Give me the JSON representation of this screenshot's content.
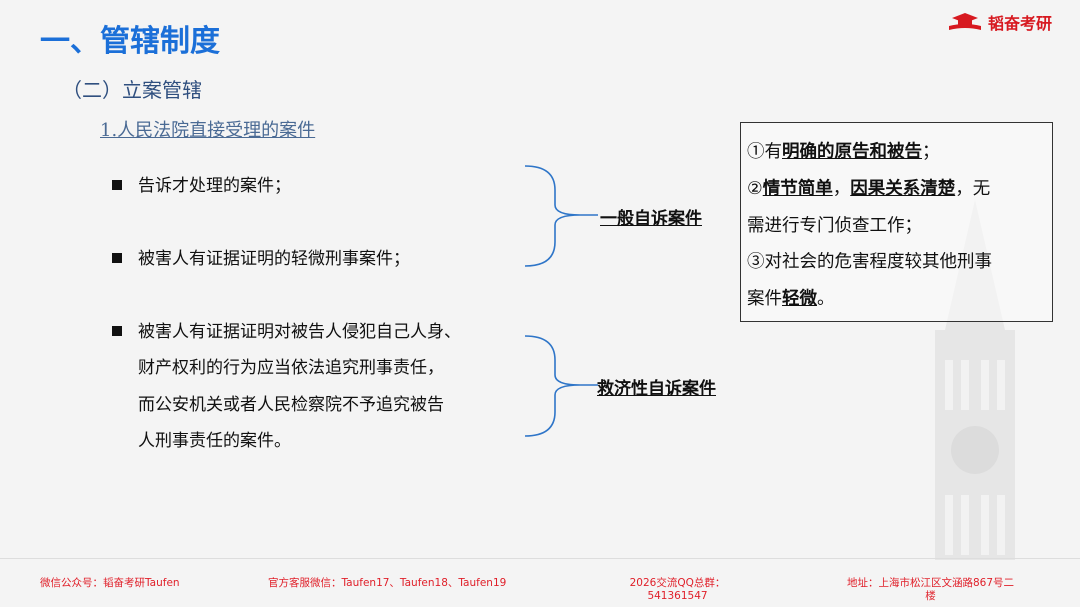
{
  "logo": {
    "text": "韬奋考研"
  },
  "title": "一、管辖制度",
  "subtitle": "（二）立案管辖",
  "section": "1.人民法院直接受理的案件",
  "bullets": [
    "告诉才处理的案件；",
    "被害人有证据证明的轻微刑事案件；"
  ],
  "bullet3": [
    "被害人有证据证明对被告人侵犯自己人身、",
    "财产权利的行为应当依法追究刑事责任，",
    "而公安机关或者人民检察院不予追究被告",
    "人刑事责任的案件。"
  ],
  "labels": {
    "general": "一般自诉案件",
    "remedy": "救济性自诉案件"
  },
  "box": {
    "l1a": "①有",
    "l1b": "明确的原告和被告",
    "l1c": "；",
    "l2a": "②",
    "l2b": "情节简单",
    "l2c": "，",
    "l2d": "因果关系清楚",
    "l2e": "，无",
    "l3": "需进行专门侦查工作；",
    "l4": "③对社会的危害程度较其他刑事",
    "l5a": "案件",
    "l5b": "轻微",
    "l5c": "。"
  },
  "footer": {
    "wechat": "微信公众号：韬奋考研Taufen",
    "service": "官方客服微信：Taufen17、Taufen18、Taufen19",
    "qq1": "2026交流QQ总群：",
    "qq2": "541361547",
    "addr1": "地址：上海市松江区文涵路867号二",
    "addr2": "楼"
  },
  "colors": {
    "accent": "#1b6fd8",
    "brace": "#2e75c8",
    "footer": "#e0202a"
  }
}
